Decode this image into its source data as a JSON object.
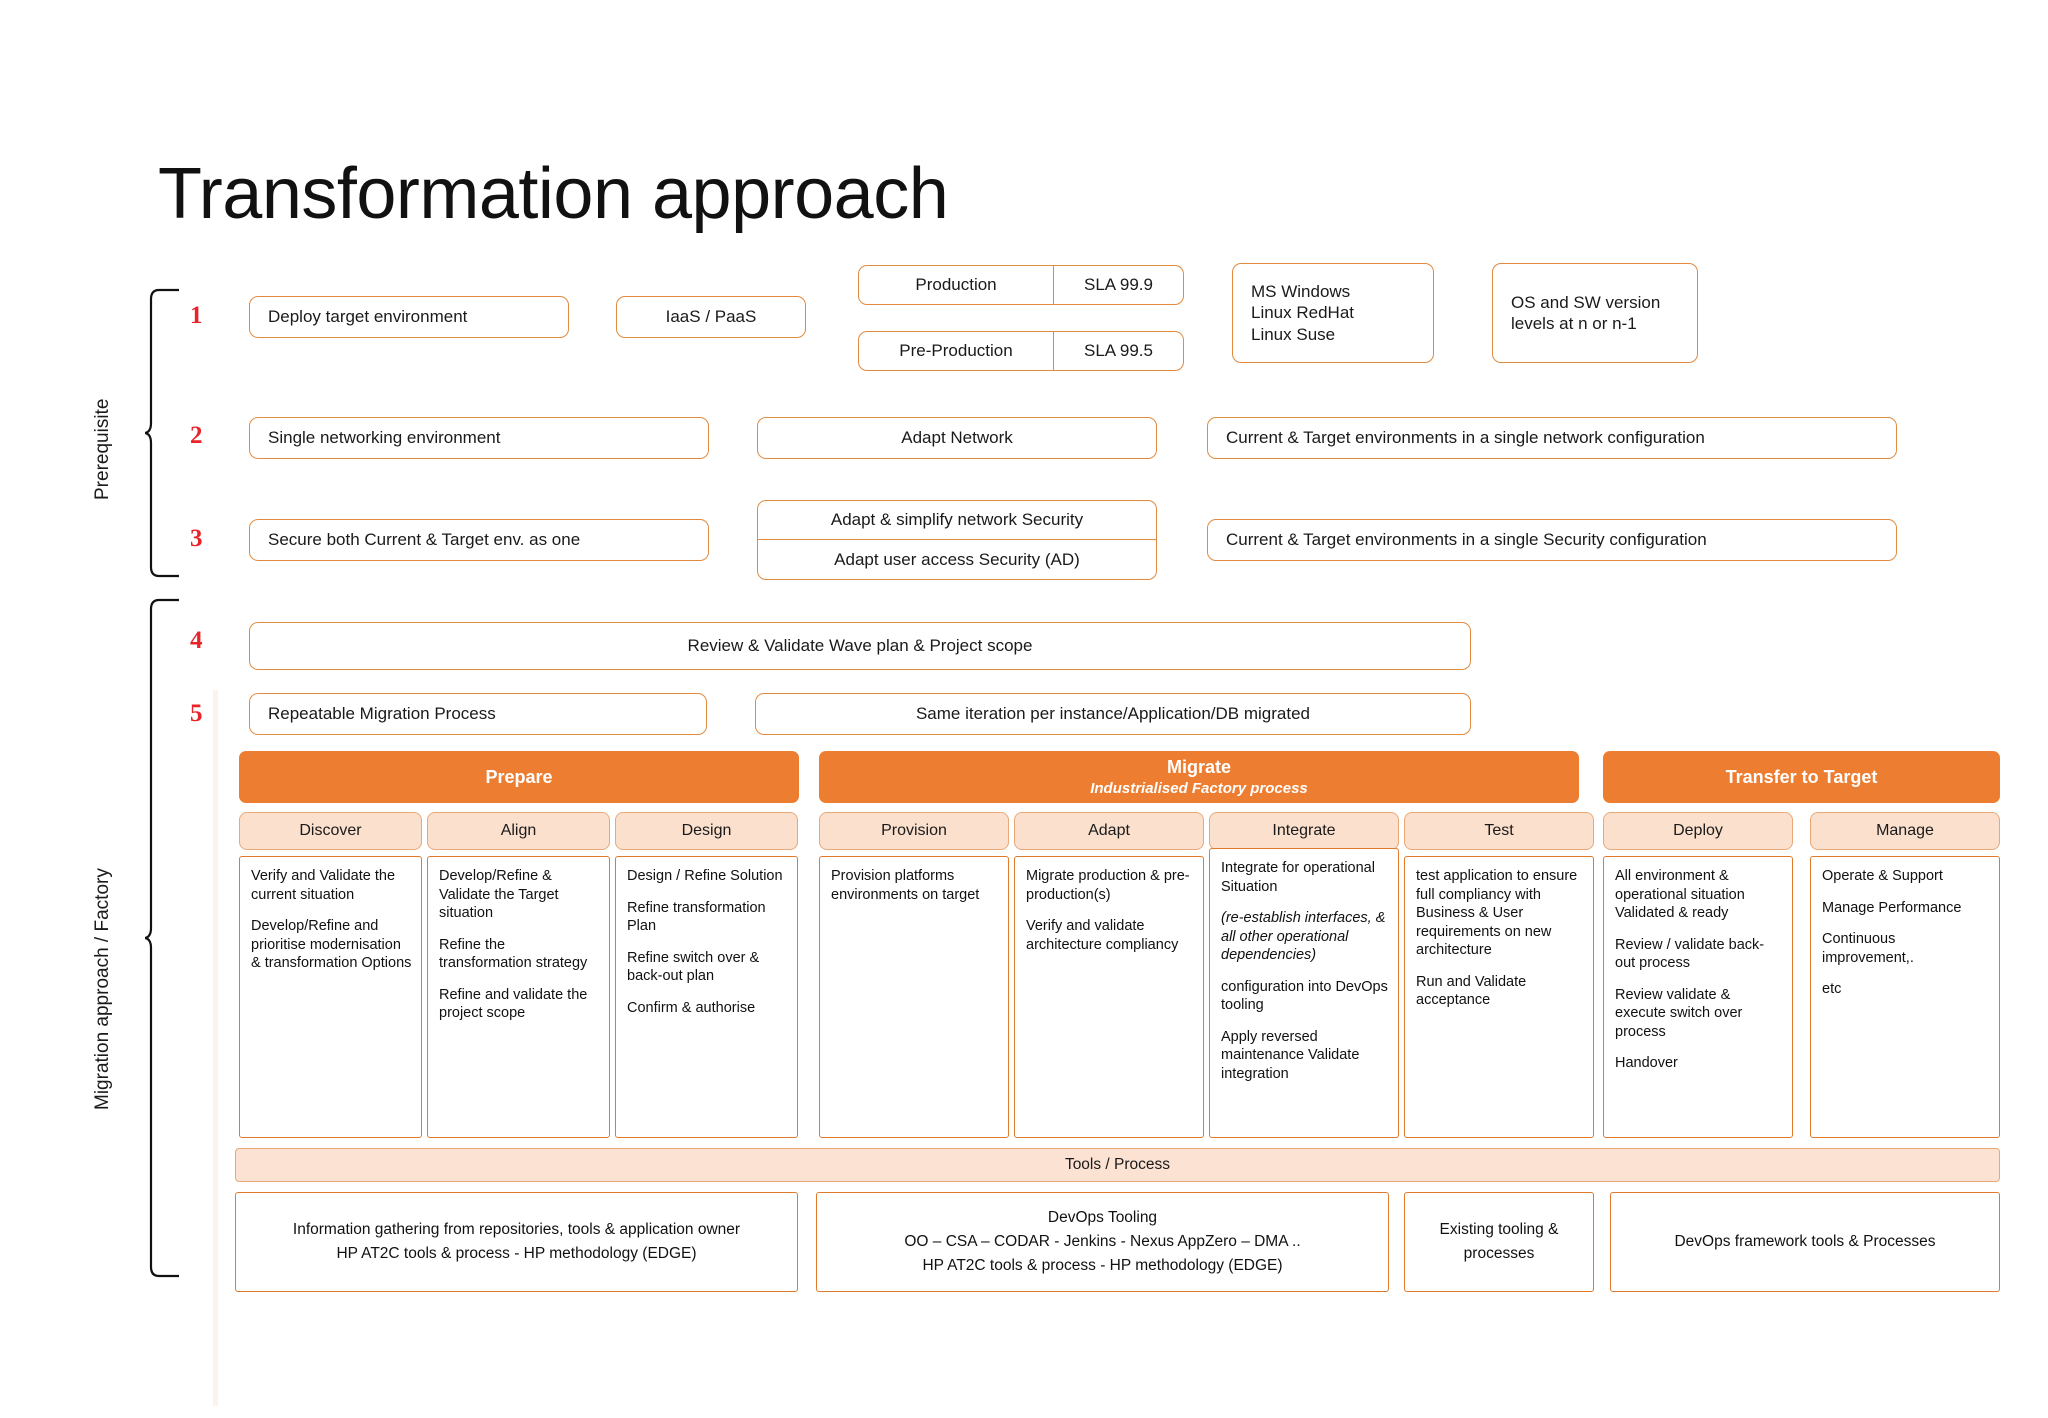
{
  "page": {
    "title": "Transformation approach",
    "accent_orange": "#ED7D31",
    "accent_border": "#E07B2E",
    "step_number_color": "#E8242A",
    "stage_header_fill": "#FBE0CE"
  },
  "side_labels": {
    "prerequisite": "Prerequisite",
    "migration": "Migration approach /  Factory"
  },
  "steps": {
    "one": "1",
    "two": "2",
    "three": "3",
    "four": "4",
    "five": "5"
  },
  "prerequisite_rows": [
    {
      "number": "1",
      "boxes": [
        "Deploy target environment",
        "IaaS / PaaS",
        "Production",
        "SLA 99.9",
        "Pre-Production",
        "SLA 99.5",
        "MS Windows\nLinux RedHat\nLinux Suse",
        "OS and SW version\nlevels at n or n-1"
      ]
    },
    {
      "number": "2",
      "boxes": [
        "Single networking environment",
        "Adapt Network",
        "Current & Target environments in a single network configuration"
      ]
    },
    {
      "number": "3",
      "boxes": [
        "Secure both Current & Target env. as one",
        "Adapt & simplify network Security",
        "Adapt user access Security (AD)",
        "Current & Target environments in a single Security configuration"
      ]
    }
  ],
  "row1": {
    "deploy_target": "Deploy target environment",
    "iaas_paas": "IaaS / PaaS",
    "production": "Production",
    "sla_prod": "SLA 99.9",
    "preproduction": "Pre-Production",
    "sla_preprod": "SLA 99.5",
    "os_list_line1": "MS Windows",
    "os_list_line2": "Linux RedHat",
    "os_list_line3": "Linux Suse",
    "os_version_line1": "OS and SW version",
    "os_version_line2": "levels at n or n-1"
  },
  "row2": {
    "single_networking": "Single networking environment",
    "adapt_network": "Adapt Network",
    "single_network_config": "Current & Target environments in a single network configuration"
  },
  "row3": {
    "secure_both": "Secure both Current & Target env. as one",
    "adapt_simplify": "Adapt & simplify network Security",
    "adapt_user_access": "Adapt user access Security (AD)",
    "single_security_config": "Current & Target environments in a single Security configuration"
  },
  "row4": {
    "review_validate": "Review & Validate Wave plan & Project scope"
  },
  "row5": {
    "repeatable": "Repeatable Migration Process",
    "same_iteration": "Same iteration per instance/Application/DB migrated"
  },
  "factory": {
    "phases": [
      {
        "title": "Prepare",
        "subtitle": ""
      },
      {
        "title": "Migrate",
        "subtitle": "Industrialised Factory  process"
      },
      {
        "title": "Transfer to Target",
        "subtitle": ""
      }
    ],
    "stages": [
      {
        "name": "Discover",
        "items": [
          "Verify and Validate the current situation",
          "Develop/Refine and prioritise modernisation & transformation Options"
        ]
      },
      {
        "name": "Align",
        "items": [
          "Develop/Refine & Validate the Target situation",
          "Refine the transformation strategy",
          "Refine and validate the project scope"
        ]
      },
      {
        "name": "Design",
        "items": [
          "Design / Refine Solution",
          "Refine transformation Plan",
          "Refine switch over & back-out plan",
          "Confirm & authorise"
        ]
      },
      {
        "name": "Provision",
        "items": [
          "Provision platforms environments  on target"
        ]
      },
      {
        "name": "Adapt",
        "items": [
          "Migrate production & pre-production(s)",
          "Verify and validate architecture compliancy"
        ]
      },
      {
        "name": "Integrate",
        "items": [
          "Integrate for operational Situation",
          "(re-establish interfaces, & all other operational dependencies)",
          "configuration into DevOps tooling",
          "Apply reversed maintenance Validate integration"
        ]
      },
      {
        "name": "Test",
        "items": [
          "test application to ensure full compliancy with Business & User requirements on new architecture",
          "Run and Validate acceptance"
        ]
      },
      {
        "name": "Deploy",
        "items": [
          "All environment & operational situation Validated & ready",
          "Review / validate back-out process",
          "Review validate & execute switch over process",
          "Handover"
        ]
      },
      {
        "name": "Manage",
        "items": [
          "Operate &  Support",
          "Manage Performance",
          "Continuous improvement,.",
          "etc"
        ]
      }
    ]
  },
  "tools": {
    "bar_label": "Tools / Process",
    "boxes": [
      {
        "lines": [
          "Information gathering from repositories, tools & application owner",
          "HP AT2C tools & process - HP methodology (EDGE)"
        ]
      },
      {
        "lines": [
          "DevOps Tooling",
          "OO – CSA – CODAR - Jenkins - Nexus AppZero – DMA  ..",
          "HP AT2C tools & process - HP methodology (EDGE)"
        ]
      },
      {
        "lines": [
          "Existing tooling &",
          "processes"
        ]
      },
      {
        "lines": [
          "DevOps framework  tools & Processes"
        ]
      }
    ]
  }
}
